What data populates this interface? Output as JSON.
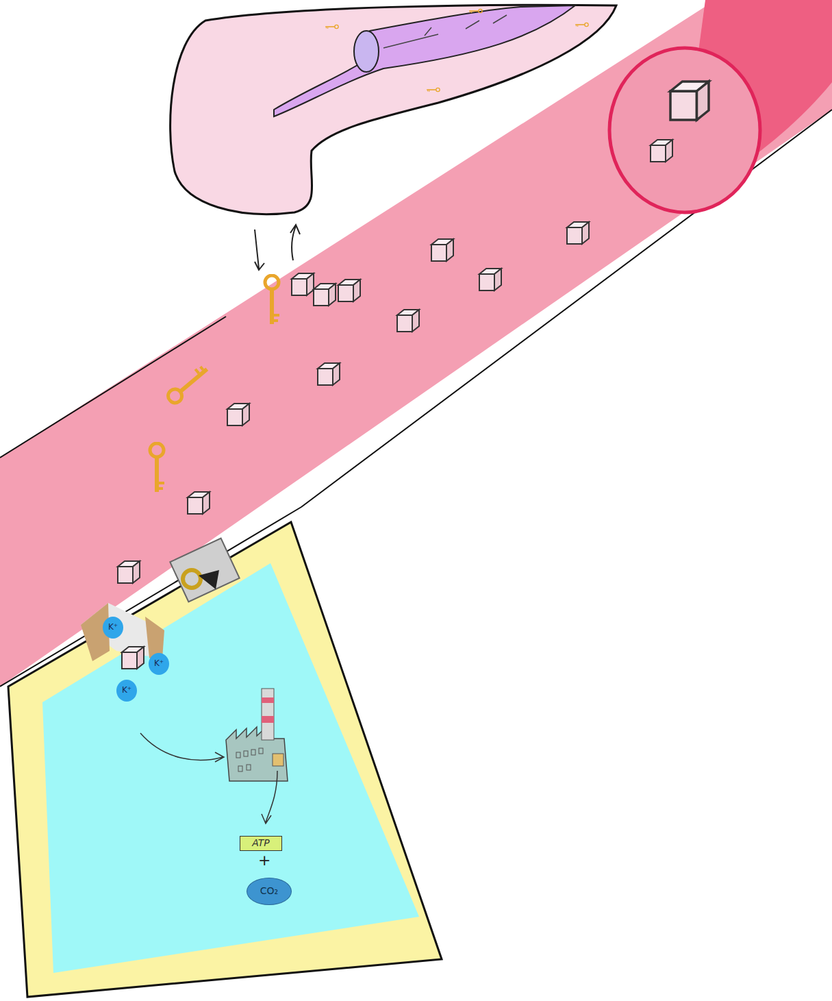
{
  "diagram": {
    "nodes": [
      {
        "text": [
          "K⁺"
        ]
      },
      {
        "text": [
          "K⁺"
        ]
      },
      {
        "text": [
          "K⁺"
        ]
      },
      {
        "text": [
          "ATP"
        ]
      },
      {
        "text": [
          "CO₂"
        ]
      }
    ],
    "labels": [
      "+"
    ]
  }
}
